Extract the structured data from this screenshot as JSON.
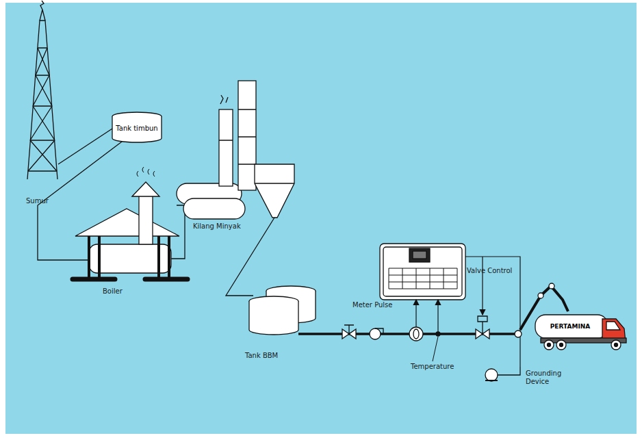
{
  "diagram": {
    "nodes": [
      {
        "text": [
          "Tank timbun"
        ]
      },
      {
        "text": [
          "PERTAMINA"
        ]
      }
    ],
    "labels": [
      "Sumur",
      "Kilang Minyak",
      "Boiler",
      "Tank BBM",
      "Meter Pulse",
      "Valve Control",
      "Temperature",
      "Grounding Device"
    ]
  }
}
